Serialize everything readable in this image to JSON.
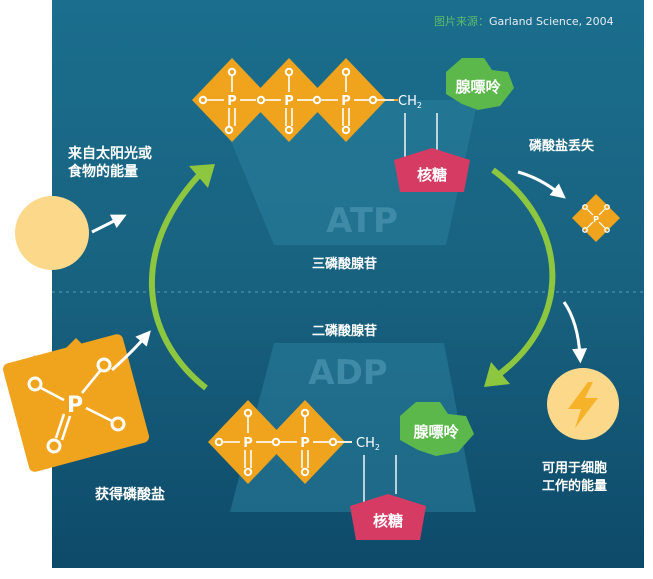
{
  "credit": {
    "prefix": "图片来源：",
    "source": "Garland Science, 2004"
  },
  "atp": {
    "abbr": "ATP",
    "name": "三磷酸腺苷",
    "phosphate_glyph": "P",
    "ch2": "CH",
    "ch2_sub": "2",
    "base": "腺嘌呤",
    "sugar": "核糖"
  },
  "adp": {
    "abbr": "ADP",
    "name": "二磷酸腺苷",
    "phosphate_glyph": "P",
    "ch2": "CH",
    "ch2_sub": "2",
    "base": "腺嘌呤",
    "sugar": "核糖"
  },
  "energy_input": {
    "line1": "来自太阳光或",
    "line2": "食物的能量"
  },
  "phosphate_lost": "磷酸盐丢失",
  "energy_output": {
    "line1": "可用于细胞",
    "line2": "工作的能量"
  },
  "phosphate_gained": "获得磷酸盐",
  "colors": {
    "background_top": "#1b6d8c",
    "background_bottom": "#0f4f6f",
    "phosphate_orange": "#f0a31c",
    "base_green": "#5cb84b",
    "sugar_pink": "#d63b63",
    "cycle_arrow": "#8dc63f",
    "energy_sun": "#fcd98a",
    "energy_bolt": "#f6b32a"
  },
  "icons": [
    "sun-energy-icon",
    "lightning-bolt-icon",
    "phosphate-molecule-icon",
    "cycle-arrow-icon"
  ]
}
